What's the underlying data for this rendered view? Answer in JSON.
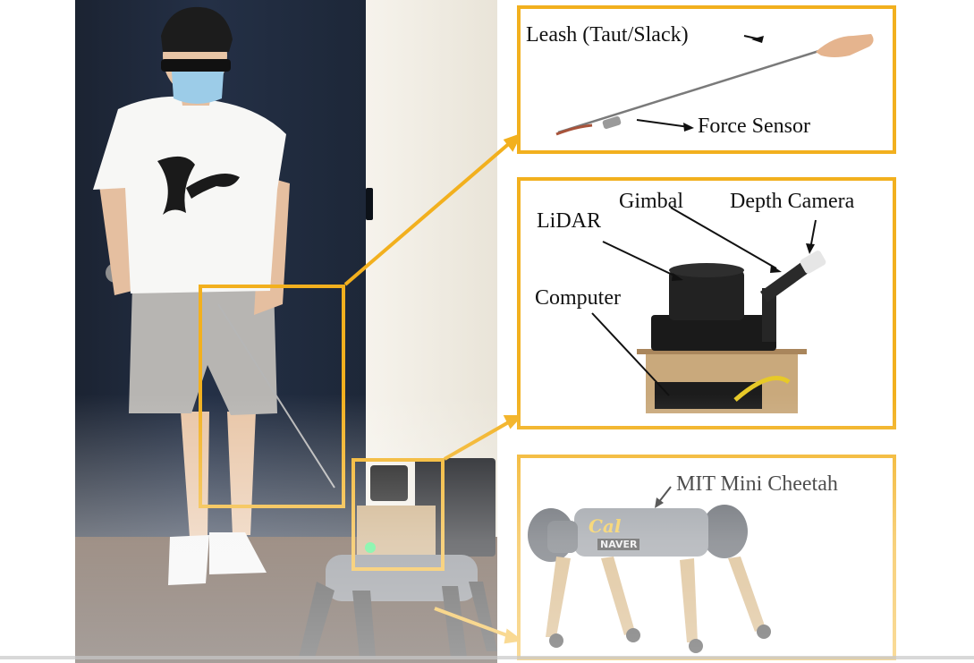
{
  "figure": {
    "panels": {
      "leash": {
        "label_leash": "Leash (Taut/Slack)",
        "label_force": "Force Sensor"
      },
      "sensors": {
        "label_gimbal": "Gimbal",
        "label_depth": "Depth Camera",
        "label_lidar": "LiDAR",
        "label_computer": "Computer"
      },
      "robot": {
        "label_robot": "MIT Mini Cheetah",
        "logo_text": "Cal",
        "brand_text": "NAVER"
      }
    },
    "colors": {
      "highlight": "#f2b01e",
      "label_text": "#111111"
    }
  }
}
